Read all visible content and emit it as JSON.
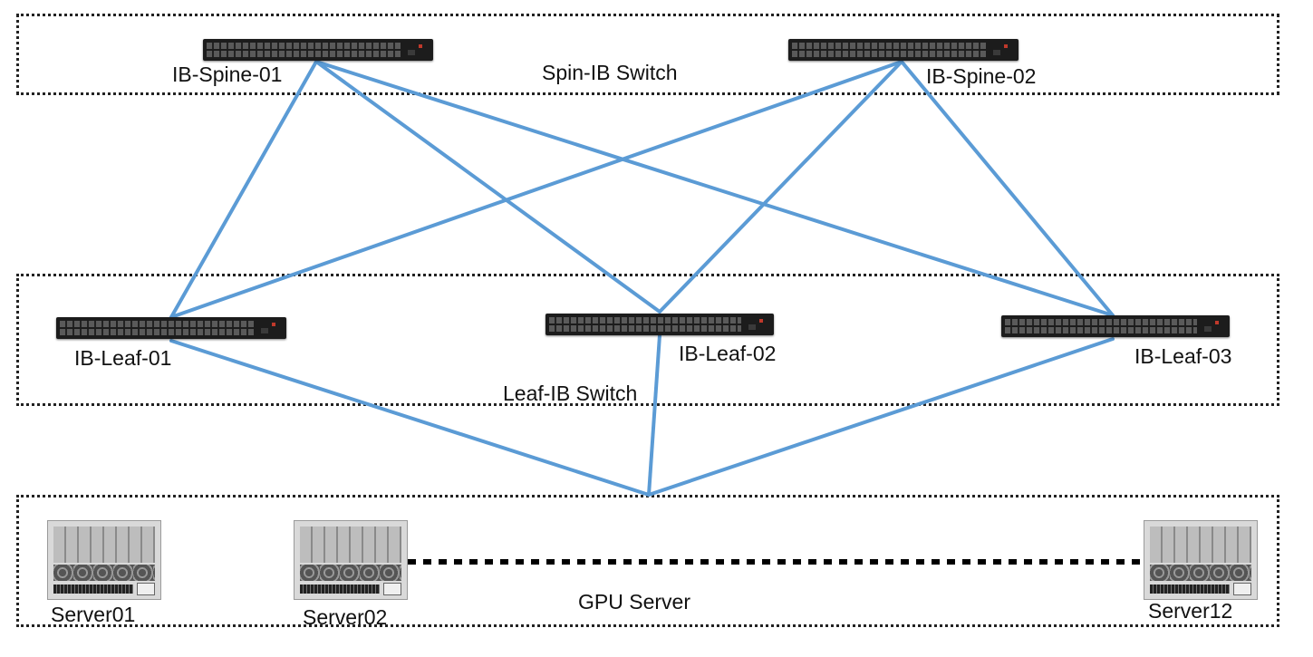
{
  "zones": {
    "spine": "Spin-IB Switch",
    "leaf": "Leaf-IB Switch",
    "gpu": "GPU Server"
  },
  "switches": {
    "spine01": "IB-Spine-01",
    "spine02": "IB-Spine-02",
    "leaf01": "IB-Leaf-01",
    "leaf02": "IB-Leaf-02",
    "leaf03": "IB-Leaf-03"
  },
  "servers": {
    "server01": "Server01",
    "server02": "Server02",
    "server12": "Server12"
  },
  "colors": {
    "link": "#5b9bd5",
    "zone_border": "#222222",
    "text": "#111111"
  }
}
